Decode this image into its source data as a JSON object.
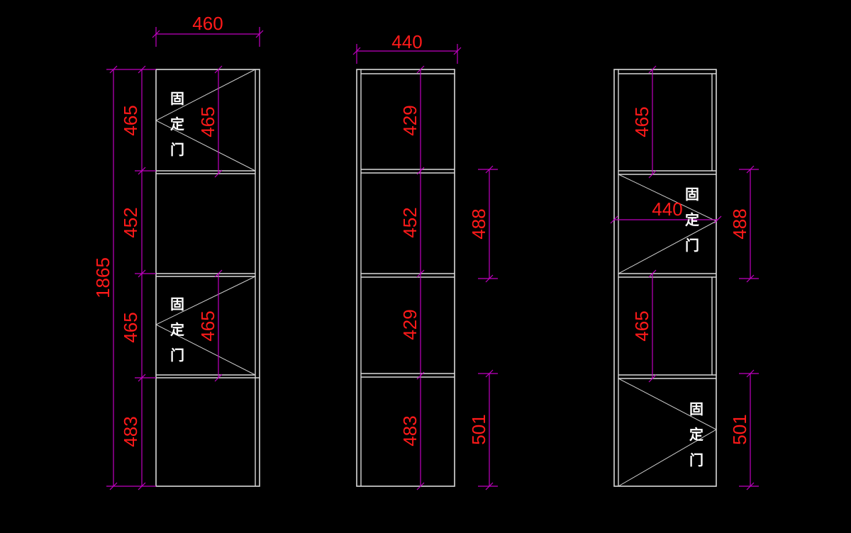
{
  "cabinet_a": {
    "width": "460",
    "total_height": "1865",
    "outer": [
      "465",
      "452",
      "465",
      "483"
    ],
    "inner": [
      "465",
      "465"
    ],
    "door_a": [
      "固",
      "定",
      "门"
    ],
    "door_b": [
      "固",
      "定",
      "门"
    ]
  },
  "cabinet_b": {
    "width": "440",
    "inner": [
      "429",
      "452",
      "429",
      "483"
    ],
    "right": [
      "488",
      "501"
    ]
  },
  "cabinet_c": {
    "inner": [
      "465",
      "465"
    ],
    "cross_width": "440",
    "right": [
      "488",
      "501"
    ],
    "door_a": [
      "固",
      "定",
      "门"
    ],
    "door_b": [
      "固",
      "定",
      "门"
    ]
  },
  "colors": {
    "outline": "#d9d9d9",
    "dimension_line": "#c000c0",
    "dimension_text": "#ff1a1a",
    "door_label": "#ffffff",
    "background": "#000000"
  }
}
